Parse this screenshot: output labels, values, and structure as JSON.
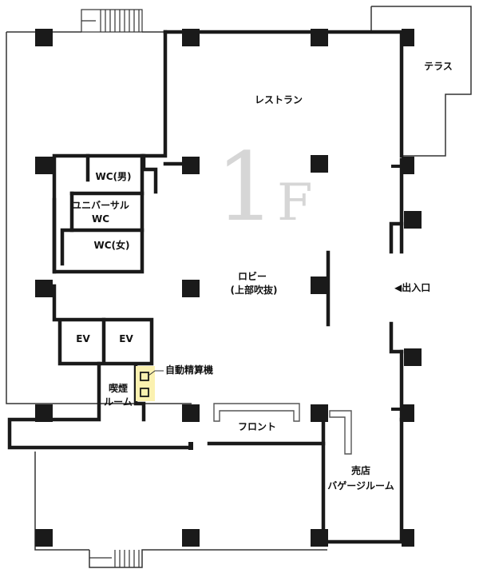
{
  "floor": {
    "number": "1",
    "letter": "F"
  },
  "rooms": {
    "terrace": "テラス",
    "restaurant": "レストラン",
    "wc_men": "WC(男)",
    "universal_wc_line1": "ユニバーサル",
    "universal_wc_line2": "WC",
    "wc_women": "WC(女)",
    "lobby_line1": "ロビー",
    "lobby_line2": "(上部吹抜)",
    "exit": "◀出入口",
    "ev_left": "EV",
    "ev_right": "EV",
    "payment_machine": "自動精算機",
    "smoking_line1": "喫煙",
    "smoking_line2": "ルーム",
    "front_desk": "フロント",
    "shop_line1": "売店",
    "shop_line2": "バゲージルーム"
  },
  "colors": {
    "wall": "#1a1a1a",
    "thin_line": "#333333",
    "highlight": "#fbf1b0",
    "floor_mark": "#d6d6d6"
  }
}
